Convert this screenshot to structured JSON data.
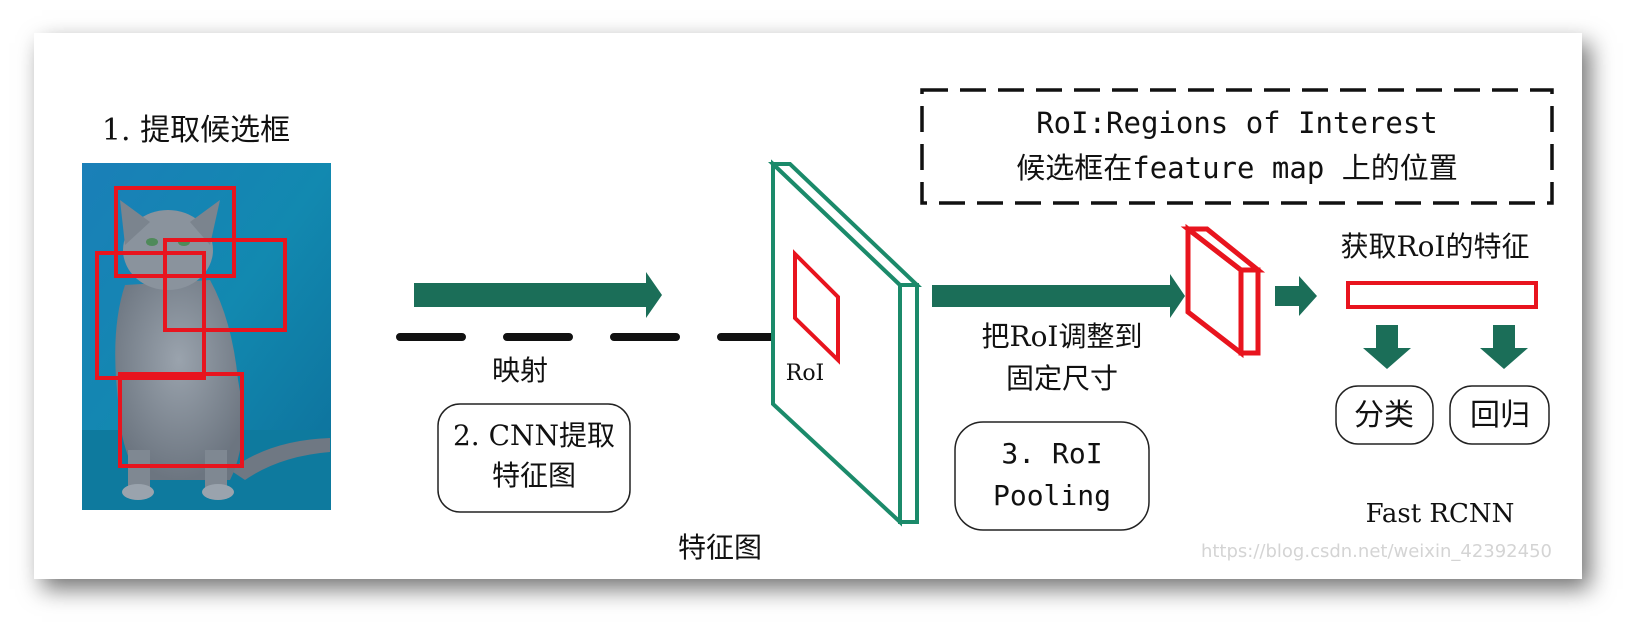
{
  "step1": {
    "title": "1. 提取候选框"
  },
  "mapping": {
    "label": "映射"
  },
  "step2": {
    "line1": "2. CNN提取",
    "line2": "特征图"
  },
  "feature_map": {
    "label": "特征图",
    "roi_label": "RoI"
  },
  "definition": {
    "line1": "RoI:Regions of Interest",
    "line2": "候选框在feature map 上的位置"
  },
  "resize": {
    "line1": "把RoI调整到",
    "line2": "固定尺寸"
  },
  "step3": {
    "line1": "3. RoI",
    "line2": "Pooling"
  },
  "roi_feature": {
    "label": "获取RoI的特征"
  },
  "outputs": {
    "classify": "分类",
    "regress": "回归"
  },
  "caption": "Fast RCNN",
  "watermark": "https://blog.csdn.net/weixin_42392450",
  "colors": {
    "arrow": "#1b6e58",
    "roi_box": "#e8141e",
    "card_border": "#1b8a6a"
  },
  "icons": {
    "image": "cat-photo"
  }
}
